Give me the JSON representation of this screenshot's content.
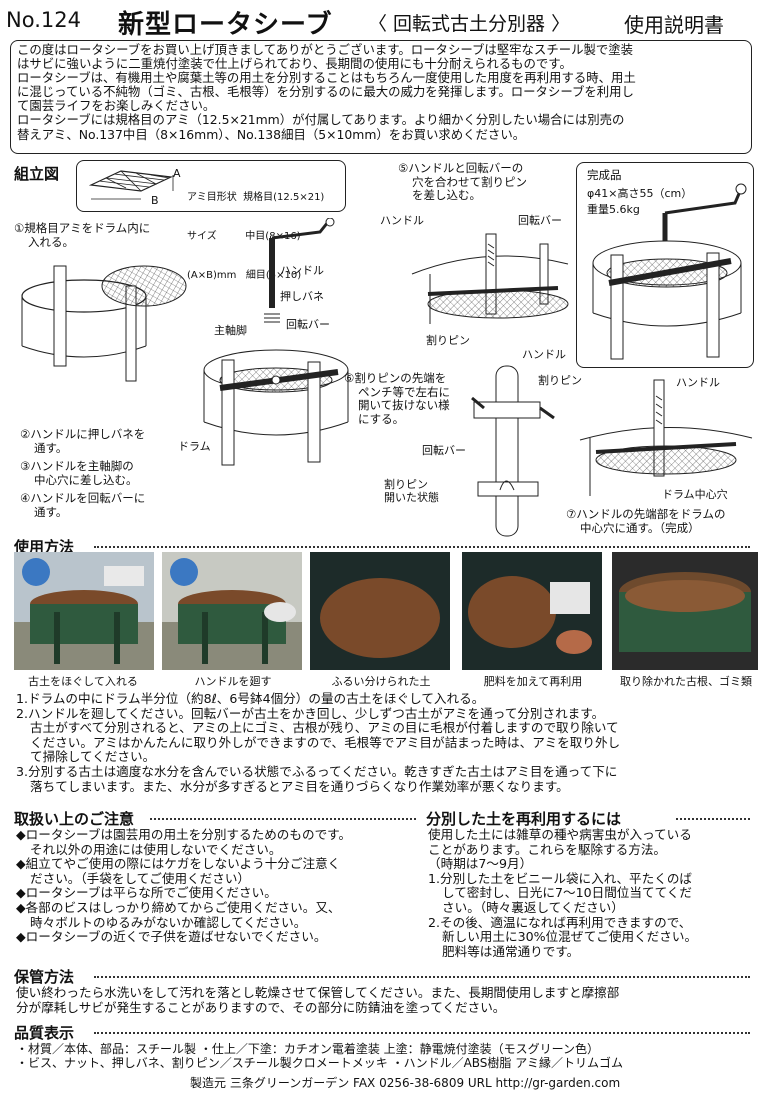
{
  "header": {
    "no": "No.124",
    "title": "新型ロータシーブ",
    "subtitle": "〈 回転式古土分別器 〉",
    "right": "使用説明書"
  },
  "intro": {
    "p1": "この度はロータシーブをお買い上げ頂きましてありがとうございます。ロータシーブは堅牢なスチール製で塗装",
    "p2": "はサビに強いように二重焼付塗装で仕上げられており、長期間の使用にも十分耐えられるものです。",
    "p3": "ロータシーブは、有機用土や腐葉土等の用土を分別することはもちろん一度使用した用度を再利用する時、用土",
    "p4": "に混じっている不純物（ゴミ、古根、毛根等）を分別するのに最大の威力を発揮します。ロータシーブを利用し",
    "p5": "て園芸ライフをお楽しみください。",
    "p6": "ロータシーブには規格目のアミ（12.5×21mm）が付属してあります。より細かく分別したい場合には別売の",
    "p7": "替えアミ、No.137中目（8×16mm）、No.138細目（5×10mm）をお買い求めください。"
  },
  "assembly": {
    "heading": "組立図",
    "mesh_table": {
      "a": "A",
      "b": "B",
      "row1": "アミ目形状  規格目(12.5×21)",
      "row2": "サイズ         中目(8×16)",
      "row3": "(A×B)mm   細目(5×10)"
    },
    "step1": [
      "①規格目アミをドラム内に",
      "入れる。"
    ],
    "step2": [
      "②ハンドルに押しバネを",
      "通す。"
    ],
    "step3": [
      "③ハンドルを主軸脚の",
      "中心穴に差し込む。"
    ],
    "step4": [
      "④ハンドルを回転バーに",
      "通す。"
    ],
    "step5": [
      "⑤ハンドルと回転バーの",
      "穴を合わせて割りピン",
      "を差し込む。"
    ],
    "step6": [
      "⑥割りピンの先端を",
      "ペンチ等で左右に",
      "開いて抜けない様",
      "にする。"
    ],
    "step7": [
      "⑦ハンドルの先端部をドラムの",
      "中心穴に通す。（完成）"
    ],
    "labels": {
      "handle": "ハンドル",
      "spring": "押しバネ",
      "main_leg": "主軸脚",
      "rotary_bar": "回転バー",
      "drum": "ドラム",
      "split_pin": "割りピン",
      "split_pin_open": [
        "割りピン",
        "開いた状態"
      ],
      "drum_hole": "ドラム中心穴"
    },
    "complete": {
      "title": "完成品",
      "size": "φ41×高さ55（cm）",
      "weight": "重量5.6kg"
    }
  },
  "usage": {
    "heading": "使用方法",
    "captions": [
      "古土をほぐして入れる",
      "ハンドルを廻す",
      "ふるい分けられた土",
      "肥料を加えて再利用",
      "取り除かれた古根、ゴミ類"
    ],
    "l1": "1.ドラムの中にドラム半分位（約8ℓ、6号鉢4個分）の量の古土をほぐして入れる。",
    "l2": "2.ハンドルを廻してください。回転バーが古土をかき回し、少しずつ古土がアミを通って分別されます。",
    "l3": "古土がすべて分別されると、アミの上にゴミ、古根が残り、アミの目に毛根が付着しますので取り除いて",
    "l4": "ください。アミはかんたんに取り外しができますので、毛根等でアミ目が詰まった時は、アミを取り外し",
    "l5": "て掃除してください。",
    "l6": "3.分別する古土は適度な水分を含んでいる状態でふるってください。乾きすぎた古土はアミ目を通って下に",
    "l7": "落ちてしまいます。また、水分が多すぎるとアミ目を通りづらくなり作業効率が悪くなります。"
  },
  "cautions": {
    "heading": "取扱い上のご注意",
    "lines": [
      "◆ロータシーブは園芸用の用土を分別するためのものです。",
      "それ以外の用途には使用しないでください。",
      "◆組立てやご使用の際にはケガをしないよう十分ご注意く",
      "ださい。（手袋をしてご使用ください）",
      "◆ロータシーブは平らな所でご使用ください。",
      "◆各部のビスはしっかり締めてからご使用ください。又、",
      "時々ボルトのゆるみがないか確認してください。",
      "◆ロータシーブの近くで子供を遊ばせないでください。"
    ]
  },
  "reuse": {
    "heading": "分別した土を再利用するには",
    "lines": [
      "使用した土には雑草の種や病害虫が入っている",
      "ことがあります。これらを駆除する方法。",
      "（時期は7～9月）",
      "1.分別した土をビニール袋に入れ、平たくのば",
      "して密封し、日光に7～10日間位当ててくだ",
      "さい。（時々裏返してください）",
      "2.その後、適温になれば再利用できますので、",
      "新しい用土に30%位混ぜてご使用ください。",
      "肥料等は通常通りです。"
    ]
  },
  "storage": {
    "heading": "保管方法",
    "l1": "使い終わったら水洗いをして汚れを落とし乾燥させて保管してください。また、長期間使用しますと摩擦部",
    "l2": "分が摩耗しサビが発生することがありますので、その部分に防錆油を塗ってください。"
  },
  "quality": {
    "heading": "品質表示",
    "l1": "・材質／本体、部品：スチール製  ・仕上／下塗：カチオン電着塗装    上塗：静電焼付塗装（モスグリーン色）",
    "l2": "・ビス、ナット、押しバネ、割りピン／スチール製クロメートメッキ  ・ハンドル／ABS樹脂  アミ縁／トリムゴム"
  },
  "footer": {
    "text": "製造元  三条グリーンガーデン  FAX 0256-38-6809  URL http://gr-garden.com"
  },
  "colors": {
    "green": "#2f5a3e",
    "soil": "#7a4a2a",
    "tarp": "#1d2b29"
  }
}
